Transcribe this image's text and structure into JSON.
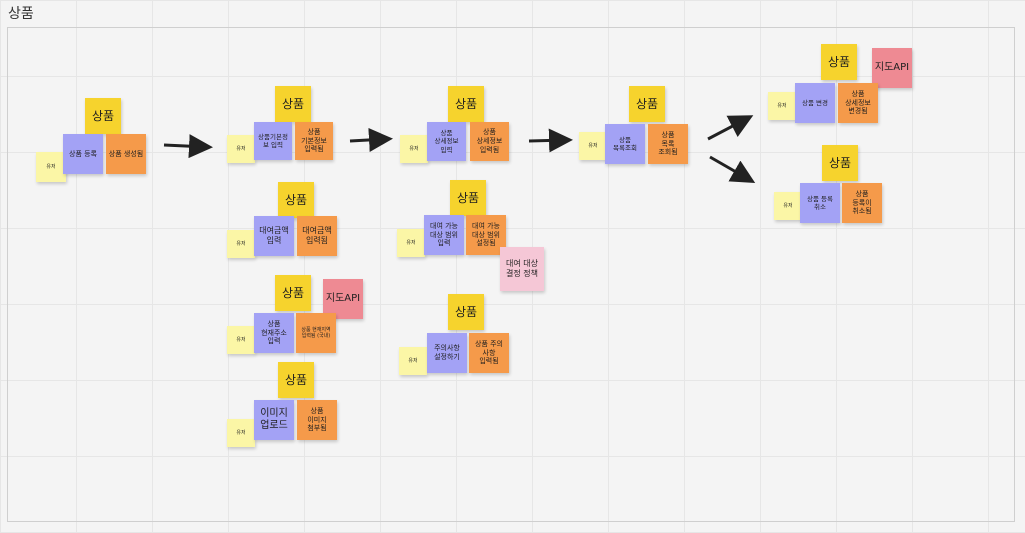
{
  "board": {
    "title": "상품"
  },
  "notes": {
    "n1": {
      "agg": "상품",
      "actor": "유저",
      "cmd": "상품 등록",
      "evt": "상품 생성됨"
    },
    "n2": {
      "agg": "상품",
      "actor": "유저",
      "cmd": "상품기본정\n보 입력",
      "evt": "상품\n기본정보\n입력됨"
    },
    "n3": {
      "agg": "상품",
      "actor": "유저",
      "cmd": "대여금액\n입력",
      "evt": "대여금액\n입력됨"
    },
    "n4": {
      "agg": "상품",
      "actor": "유저",
      "cmd": "상품\n현재주소\n입력",
      "evt": "상품 현재지역\n입력됨 (국내)",
      "ext": "지도API"
    },
    "n5": {
      "agg": "상품",
      "actor": "유저",
      "cmd": "이미지\n업로드",
      "evt": "상품\n이미지\n첨부됨"
    },
    "n6": {
      "agg": "상품",
      "actor": "유저",
      "cmd": "상품\n상세정보\n입력",
      "evt": "상품\n상세정보\n입력됨"
    },
    "n7": {
      "agg": "상품",
      "actor": "유저",
      "cmd": "대여 가능\n대상 범위\n입력",
      "evt": "대여 가능\n대상 범위\n설정됨",
      "policy": "대여 대상\n결정 정책"
    },
    "n8": {
      "agg": "상품",
      "actor": "유저",
      "cmd": "주의사항\n설정하기",
      "evt": "상품 주의\n사항\n입력됨"
    },
    "n9": {
      "agg": "상품",
      "actor": "유저",
      "cmd": "상품\n목록조회",
      "evt": "상품\n목록\n조회됨"
    },
    "n10": {
      "agg": "상품",
      "actor": "유저",
      "cmd": "상품 변경",
      "evt": "상품\n상세정보\n변경됨",
      "ext": "지도API"
    },
    "n11": {
      "agg": "상품",
      "actor": "유저",
      "cmd": "상품 등록\n취소",
      "evt": "상품\n등록이\n취소됨"
    }
  },
  "colors": {
    "aggregate": "#f6d32d",
    "command": "#a3a2f5",
    "event": "#f59a4a",
    "actor": "#fbf6a6",
    "policy": "#f5c7d6",
    "external_system": "#ee8a93",
    "arrow": "#222222"
  }
}
